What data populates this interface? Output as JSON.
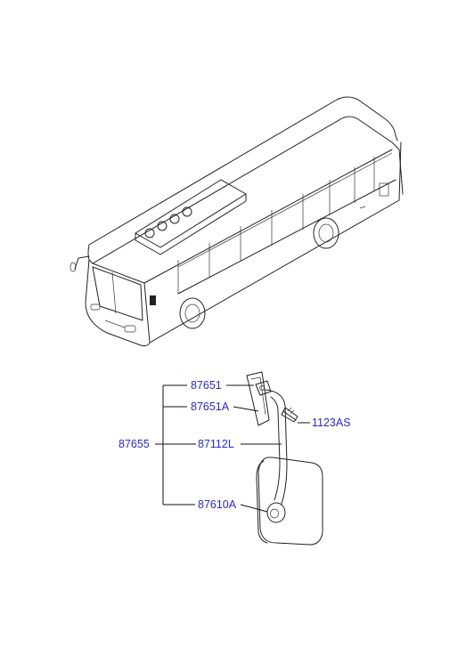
{
  "labels": {
    "assembly": "87655",
    "bracket_upper": "87651",
    "bracket_lower": "87651A",
    "stay": "87112L",
    "mirror_head": "87610A",
    "screw": "1123AS"
  },
  "colors": {
    "label_text": "#2a2acf",
    "line_art": "#222222",
    "background": "#ffffff"
  }
}
